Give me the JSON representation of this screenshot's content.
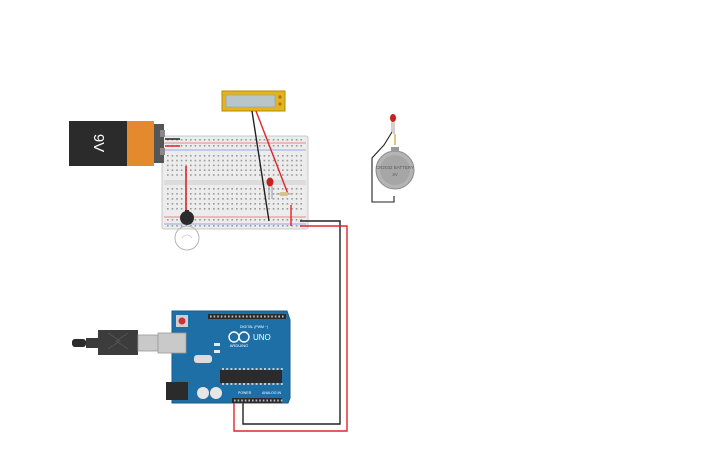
{
  "battery": {
    "label": "9V"
  },
  "coin_cell": {
    "line1": "CR2032 BATTERY",
    "line2": "3V"
  },
  "arduino": {
    "brand": "ARDUINO",
    "model": "UNO",
    "digital_label": "DIGITAL (PWM ~)",
    "power_label": "POWER",
    "analog_label": "ANALOG IN"
  },
  "colors": {
    "wire_red": "#e0252a",
    "wire_black": "#222222",
    "board_blue": "#1f6fa7",
    "breadboard": "#e9e9e9",
    "lcd_frame": "#e5b41c"
  }
}
